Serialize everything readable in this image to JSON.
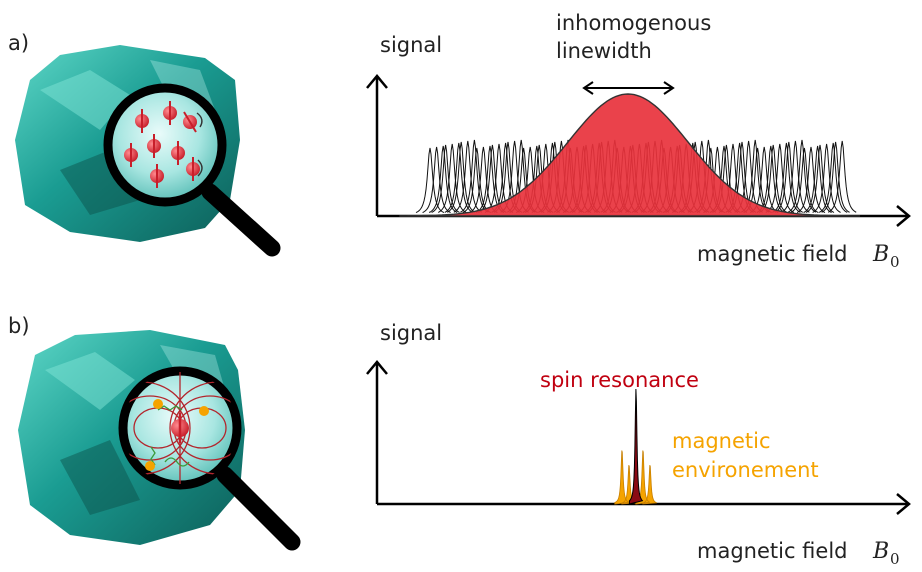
{
  "panels": {
    "a": {
      "label": "a)",
      "y_axis": "signal",
      "x_axis_text": "magnetic field",
      "x_axis_symbol": "B",
      "x_axis_subscript": "0",
      "annotation_line1": "inhomogenous",
      "annotation_line2": "linewidth"
    },
    "b": {
      "label": "b)",
      "y_axis": "signal",
      "x_axis_text": "magnetic field",
      "x_axis_symbol": "B",
      "x_axis_subscript": "0",
      "title": "spin resonance",
      "env_line1": "magnetic",
      "env_line2": "environement"
    }
  },
  "colors": {
    "red": "#e8323c",
    "dark_red": "#c00010",
    "orange": "#f5a300",
    "crystal": "#1fa79a",
    "lens": "#a6e6e2"
  },
  "icons": [
    "crystal-icon",
    "magnifier-icon",
    "spin-icon"
  ]
}
